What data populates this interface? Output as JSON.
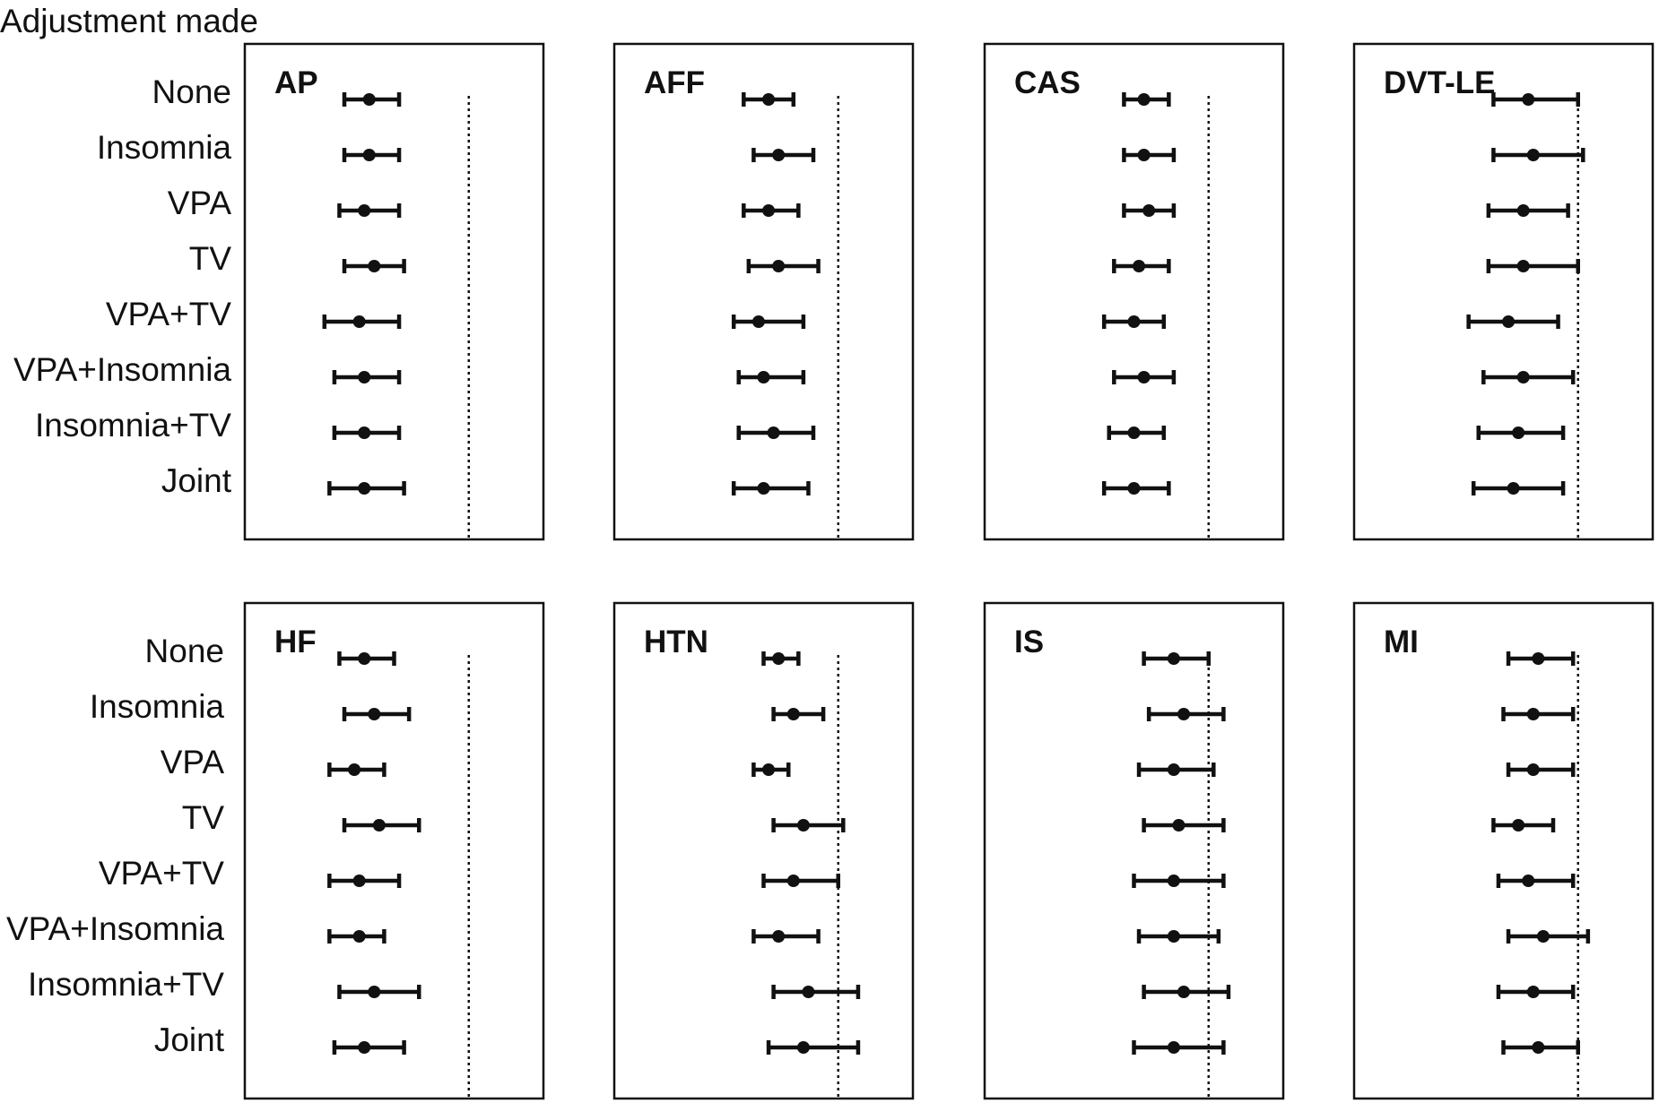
{
  "figure_title": "Adjustment made",
  "chart_data": [
    {
      "type": "forest",
      "title": "AP",
      "reference_value": 1.0,
      "xlim": [
        0.55,
        1.15
      ],
      "categories": [
        "None",
        "Insomnia",
        "VPA",
        "TV",
        "VPA+TV",
        "VPA+Insomnia",
        "Insomnia+TV",
        "Joint"
      ],
      "estimates": [
        0.8,
        0.8,
        0.79,
        0.81,
        0.78,
        0.79,
        0.79,
        0.79
      ],
      "ci_lower": [
        0.75,
        0.75,
        0.74,
        0.75,
        0.71,
        0.73,
        0.73,
        0.72
      ],
      "ci_upper": [
        0.86,
        0.86,
        0.86,
        0.87,
        0.86,
        0.86,
        0.86,
        0.87
      ]
    },
    {
      "type": "forest",
      "title": "AFF",
      "reference_value": 1.0,
      "xlim": [
        0.55,
        1.15
      ],
      "categories": [
        "None",
        "Insomnia",
        "VPA",
        "TV",
        "VPA+TV",
        "VPA+Insomnia",
        "Insomnia+TV",
        "Joint"
      ],
      "estimates": [
        0.86,
        0.88,
        0.86,
        0.88,
        0.84,
        0.85,
        0.87,
        0.85
      ],
      "ci_lower": [
        0.81,
        0.83,
        0.81,
        0.82,
        0.79,
        0.8,
        0.8,
        0.79
      ],
      "ci_upper": [
        0.91,
        0.95,
        0.92,
        0.96,
        0.93,
        0.93,
        0.95,
        0.94
      ]
    },
    {
      "type": "forest",
      "title": "CAS",
      "reference_value": 1.0,
      "xlim": [
        0.55,
        1.15
      ],
      "categories": [
        "None",
        "Insomnia",
        "VPA",
        "TV",
        "VPA+TV",
        "VPA+Insomnia",
        "Insomnia+TV",
        "Joint"
      ],
      "estimates": [
        0.87,
        0.87,
        0.88,
        0.86,
        0.85,
        0.87,
        0.85,
        0.85
      ],
      "ci_lower": [
        0.83,
        0.83,
        0.83,
        0.81,
        0.79,
        0.81,
        0.8,
        0.79
      ],
      "ci_upper": [
        0.92,
        0.93,
        0.93,
        0.92,
        0.91,
        0.93,
        0.91,
        0.92
      ]
    },
    {
      "type": "forest",
      "title": "DVT-LE",
      "reference_value": 1.0,
      "xlim": [
        0.55,
        1.15
      ],
      "categories": [
        "None",
        "Insomnia",
        "VPA",
        "TV",
        "VPA+TV",
        "VPA+Insomnia",
        "Insomnia+TV",
        "Joint"
      ],
      "estimates": [
        0.9,
        0.91,
        0.89,
        0.89,
        0.86,
        0.89,
        0.88,
        0.87
      ],
      "ci_lower": [
        0.83,
        0.83,
        0.82,
        0.82,
        0.78,
        0.81,
        0.8,
        0.79
      ],
      "ci_upper": [
        1.0,
        1.01,
        0.98,
        1.0,
        0.96,
        0.99,
        0.97,
        0.97
      ]
    },
    {
      "type": "forest",
      "title": "HF",
      "reference_value": 1.0,
      "xlim": [
        0.55,
        1.15
      ],
      "categories": [
        "None",
        "Insomnia",
        "VPA",
        "TV",
        "VPA+TV",
        "VPA+Insomnia",
        "Insomnia+TV",
        "Joint"
      ],
      "estimates": [
        0.79,
        0.81,
        0.77,
        0.82,
        0.78,
        0.78,
        0.81,
        0.79
      ],
      "ci_lower": [
        0.74,
        0.75,
        0.72,
        0.75,
        0.72,
        0.72,
        0.74,
        0.73
      ],
      "ci_upper": [
        0.85,
        0.88,
        0.83,
        0.9,
        0.86,
        0.83,
        0.9,
        0.87
      ]
    },
    {
      "type": "forest",
      "title": "HTN",
      "reference_value": 1.0,
      "xlim": [
        0.55,
        1.15
      ],
      "categories": [
        "None",
        "Insomnia",
        "VPA",
        "TV",
        "VPA+TV",
        "VPA+Insomnia",
        "Insomnia+TV",
        "Joint"
      ],
      "estimates": [
        0.88,
        0.91,
        0.86,
        0.93,
        0.91,
        0.88,
        0.94,
        0.93
      ],
      "ci_lower": [
        0.85,
        0.87,
        0.83,
        0.87,
        0.85,
        0.83,
        0.87,
        0.86
      ],
      "ci_upper": [
        0.92,
        0.97,
        0.9,
        1.01,
        1.0,
        0.96,
        1.04,
        1.04
      ]
    },
    {
      "type": "forest",
      "title": "IS",
      "reference_value": 1.0,
      "xlim": [
        0.55,
        1.15
      ],
      "categories": [
        "None",
        "Insomnia",
        "VPA",
        "TV",
        "VPA+TV",
        "VPA+Insomnia",
        "Insomnia+TV",
        "Joint"
      ],
      "estimates": [
        0.93,
        0.95,
        0.93,
        0.94,
        0.93,
        0.93,
        0.95,
        0.93
      ],
      "ci_lower": [
        0.87,
        0.88,
        0.86,
        0.87,
        0.85,
        0.86,
        0.87,
        0.85
      ],
      "ci_upper": [
        1.0,
        1.03,
        1.01,
        1.03,
        1.03,
        1.02,
        1.04,
        1.03
      ]
    },
    {
      "type": "forest",
      "title": "MI",
      "reference_value": 1.0,
      "xlim": [
        0.55,
        1.15
      ],
      "categories": [
        "None",
        "Insomnia",
        "VPA",
        "TV",
        "VPA+TV",
        "VPA+Insomnia",
        "Insomnia+TV",
        "Joint"
      ],
      "estimates": [
        0.92,
        0.91,
        0.91,
        0.88,
        0.9,
        0.93,
        0.91,
        0.92
      ],
      "ci_lower": [
        0.86,
        0.85,
        0.86,
        0.83,
        0.84,
        0.86,
        0.84,
        0.85
      ],
      "ci_upper": [
        0.99,
        0.99,
        0.99,
        0.95,
        0.99,
        1.02,
        0.99,
        1.0
      ]
    }
  ]
}
